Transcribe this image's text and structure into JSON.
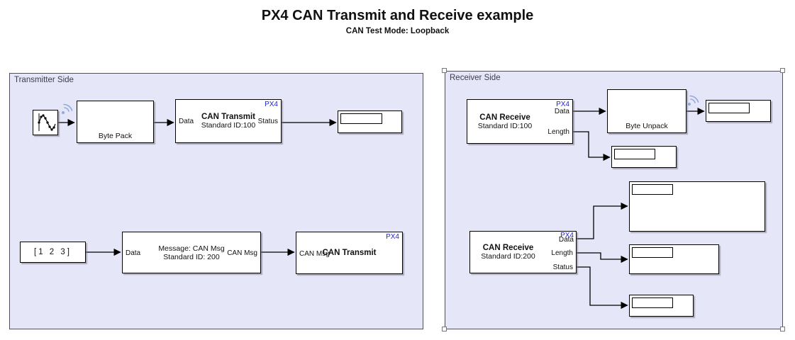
{
  "header": {
    "title": "PX4 CAN Transmit and Receive example",
    "subtitle": "CAN Test Mode: Loopback"
  },
  "colors": {
    "px4_blue": "#2222DD",
    "area_fill": "#E6E6F9",
    "area_border": "#50505C",
    "wire": "#000000",
    "wifi_icon": "#8FA9DC"
  },
  "icons": {
    "source": "sine-wave-icon",
    "logged_signal": "wireless-signal-icon"
  },
  "transmitter": {
    "label": "Transmitter Side",
    "blocks": {
      "byte_pack": {
        "label": "Byte Pack"
      },
      "can_transmit_1": {
        "badge": "PX4",
        "title": "CAN Transmit",
        "subtitle": "Standard ID:100",
        "port_in": "Data",
        "port_out": "Status"
      },
      "constant": {
        "value": "[1 2 3]"
      },
      "can_pack": {
        "line1": "Message: CAN Msg",
        "line2": "Standard ID: 200",
        "port_in": "Data",
        "port_out": "CAN Msg"
      },
      "can_transmit_2": {
        "badge": "PX4",
        "title": "CAN Transmit",
        "port_in": "CAN Msg"
      }
    }
  },
  "receiver": {
    "label": "Receiver Side",
    "blocks": {
      "can_receive_1": {
        "badge": "PX4",
        "title": "CAN Receive",
        "subtitle": "Standard ID:100",
        "port_out_1": "Data",
        "port_out_2": "Length"
      },
      "byte_unpack": {
        "label": "Byte Unpack"
      },
      "can_receive_2": {
        "badge": "PX4",
        "title": "CAN Receive",
        "subtitle": "Standard ID:200",
        "port_out_1": "Data",
        "port_out_2": "Length",
        "port_out_3": "Status"
      }
    }
  }
}
